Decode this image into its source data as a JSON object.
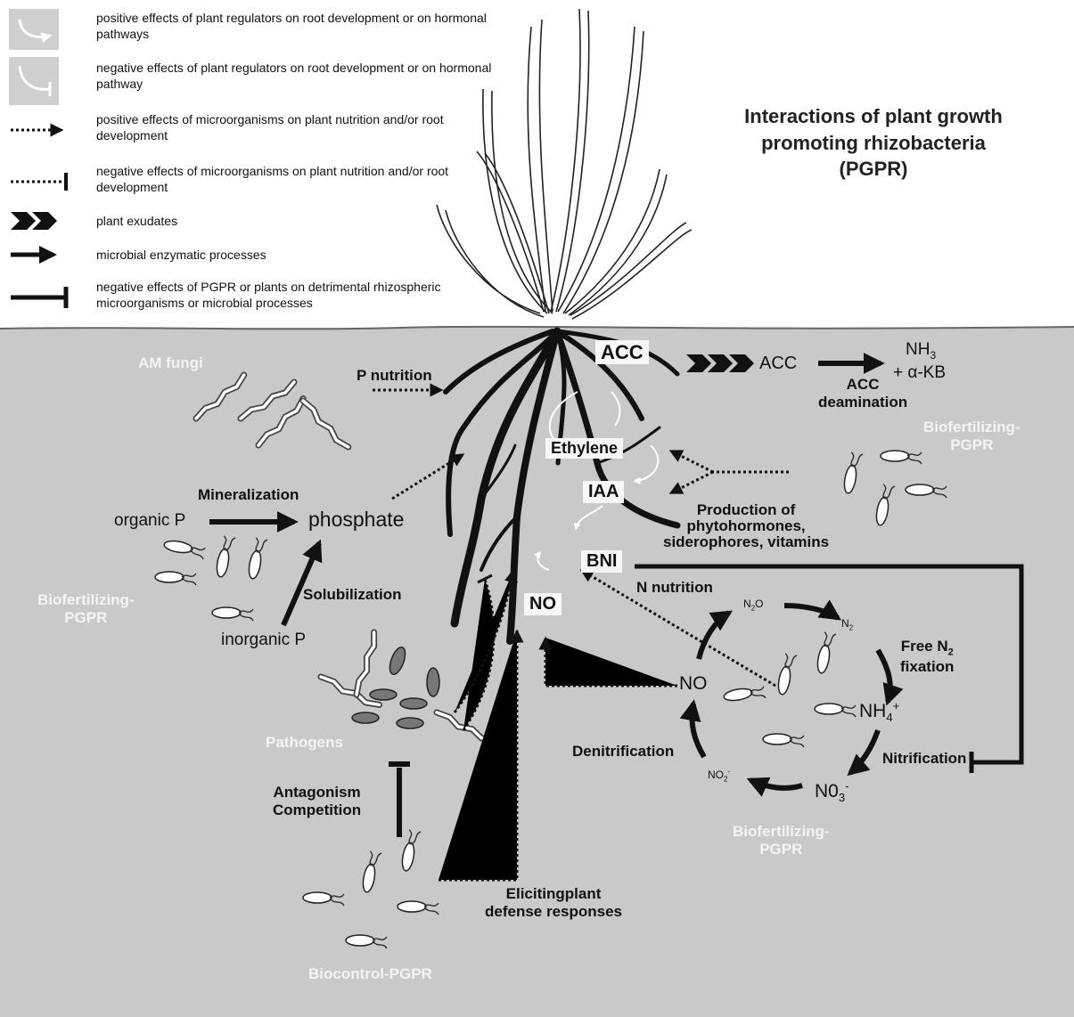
{
  "title": [
    "Interactions of plant growth",
    "promoting rhizobacteria",
    "(PGPR)"
  ],
  "legend": [
    {
      "symbol": "grey-curved-arrow",
      "text": "positive effects of plant regulators on root development or on hormonal pathways"
    },
    {
      "symbol": "grey-curved-blunt",
      "text": "negative effects of plant regulators on root development or on hormonal pathway"
    },
    {
      "symbol": "dotted-arrow",
      "text": "positive effects of microorganisms on plant nutrition and/or root development"
    },
    {
      "symbol": "dotted-blunt",
      "text": "negative effects of microorganisms on plant nutrition and/or root development"
    },
    {
      "symbol": "chevrons",
      "text": "plant exudates"
    },
    {
      "symbol": "solid-arrow",
      "text": "microbial enzymatic processes"
    },
    {
      "symbol": "solid-blunt",
      "text": "negative effects of PGPR or plants on detrimental rhizospheric microorganisms or microbial processes"
    }
  ],
  "labels": {
    "am_fungi": "AM fungi",
    "p_nutrition": "P nutrition",
    "acc_box": "ACC",
    "acc_product": "ACC",
    "nh3": "NH",
    "nh3_sub": "3",
    "alpha_kb": "+ α-KB",
    "acc_deamination": [
      "ACC",
      "deamination"
    ],
    "bio_top_right": [
      "Biofertilizing-",
      "PGPR"
    ],
    "ethylene": "Ethylene",
    "iaa": "IAA",
    "production": [
      "Production of",
      "phytohormones,",
      "siderophores, vitamins"
    ],
    "mineralization": "Mineralization",
    "organic_p": "organic P",
    "phosphate": "phosphate",
    "bio_left": [
      "Biofertilizing-",
      "PGPR"
    ],
    "solubilization": "Solubilization",
    "inorganic_p": "inorganic P",
    "bni": "BNI",
    "n_nutrition": "N nutrition",
    "no_box": "NO",
    "n2o": "N",
    "n2o_sub": "2",
    "n2o_tail": "O",
    "n2": "N",
    "n2_sub": "2",
    "free_n2": [
      "Free N",
      "fixation"
    ],
    "free_n2_sub": "2",
    "no_cycle": "NO",
    "nh4": "NH",
    "nh4_sub": "4",
    "nh4_sup": "+",
    "denitrification": "Denitrification",
    "nitrification": "Nitrification",
    "no2": "NO",
    "no2_sub": "2",
    "no2_sup": "-",
    "no3": "N0",
    "no3_sub": "3",
    "no3_sup": "-",
    "bio_bottom_right": [
      "Biofertilizing-",
      "PGPR"
    ],
    "pathogens": "Pathogens",
    "antagonism": [
      "Antagonism",
      "Competition"
    ],
    "eliciting": [
      "Elicitingplant",
      "defense responses"
    ],
    "biocontrol": "Biocontrol-PGPR"
  },
  "colors": {
    "soil": "#c9c9c9",
    "sky": "#ffffff",
    "root": "#111111",
    "white_label": "#f4f4f4",
    "box": "#f7f7f7",
    "legend_swatch": "#cfcfcf"
  }
}
